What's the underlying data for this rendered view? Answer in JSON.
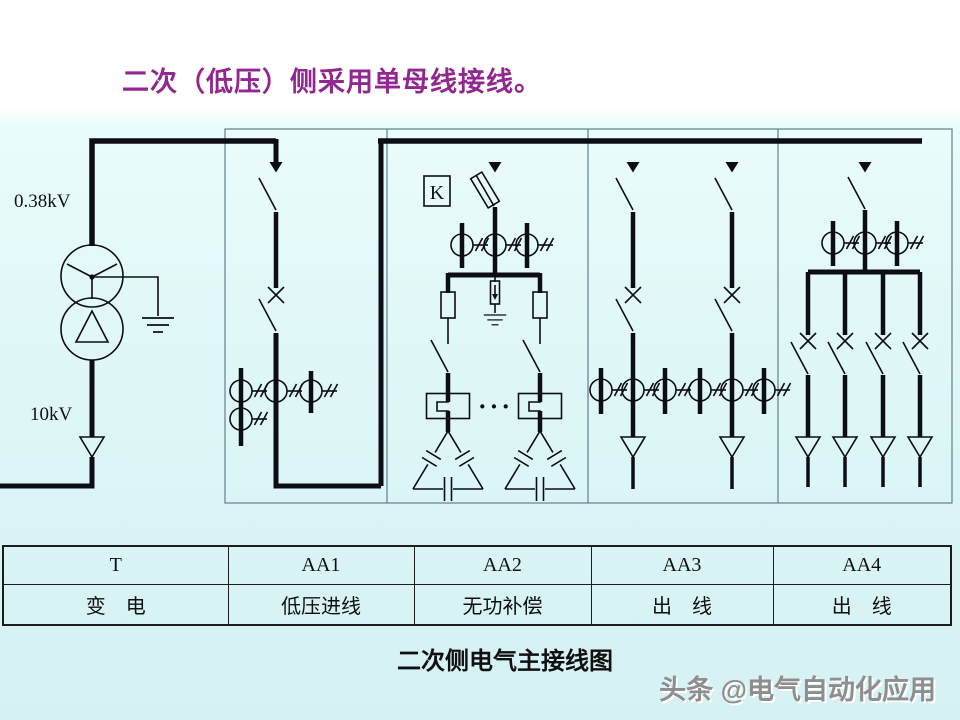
{
  "slide": {
    "title": "二次（低压）侧采用单母线接线。",
    "caption": "二次侧电气主接线图",
    "watermark": "头条 @电气自动化应用"
  },
  "diagram": {
    "labels": {
      "secondary_voltage": "0.38kV",
      "primary_voltage": "10kV",
      "compensation_box": "K",
      "more_banks_ellipsis": "···"
    }
  },
  "table": {
    "headers": [
      "T",
      "AA1",
      "AA2",
      "AA3",
      "AA4"
    ],
    "row": [
      "变　电",
      "低压进线",
      "无功补偿",
      "出　线",
      "出　线"
    ]
  },
  "colors": {
    "title": "#92278f",
    "background": "#dff7f7",
    "line": "#0d0d15",
    "frame": "#5f808d",
    "watermark": "#8e8e8e"
  }
}
